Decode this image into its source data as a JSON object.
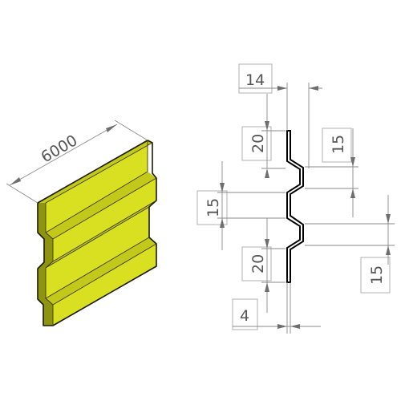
{
  "drawing": {
    "colors": {
      "panel_light": "#d9e021",
      "panel_mid": "#c2c91a",
      "panel_dark": "#8e9410",
      "outline": "#000000",
      "dimension": "#8a8a8a"
    },
    "isometric": {
      "length_label": "6000"
    },
    "section": {
      "dim_top_width": "14",
      "dim_top_flange": "20",
      "dim_right_upper": "15",
      "dim_left_middle": "15",
      "dim_bottom_flange": "20",
      "dim_right_lower": "15",
      "dim_thickness": "4"
    }
  }
}
